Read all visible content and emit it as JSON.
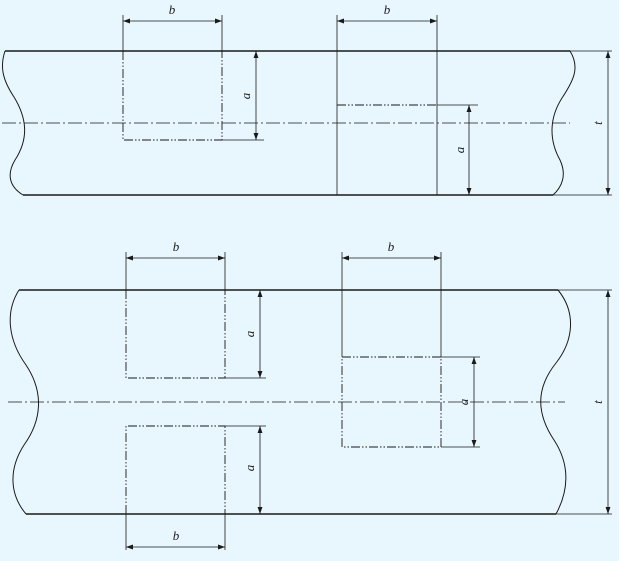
{
  "labels": {
    "width": "b",
    "depth": "a",
    "thickness": "t"
  }
}
